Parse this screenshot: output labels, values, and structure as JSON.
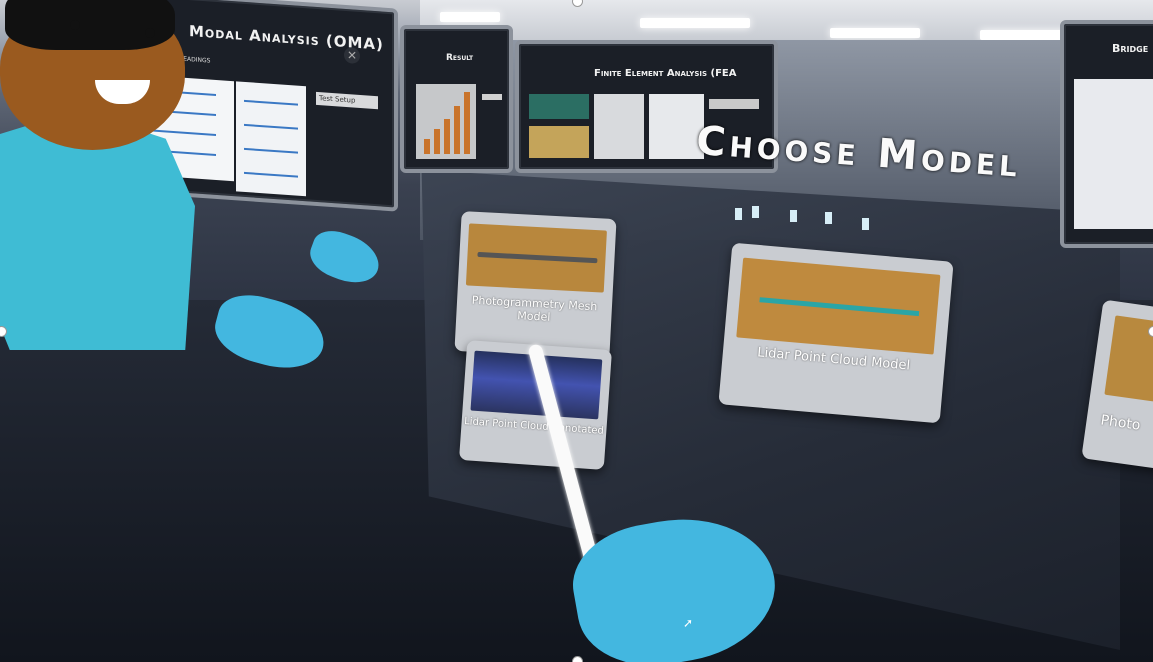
{
  "title": "Choose Model",
  "panels": {
    "oma": {
      "title": "Modal Analysis (OMA)",
      "subtitle": "up and Readings",
      "select_value": "Test Setup"
    },
    "result": {
      "title": "Result"
    },
    "fea": {
      "title": "Finite Element Analysis (FEA"
    },
    "bridge": {
      "title": "Bridge In"
    }
  },
  "models": [
    {
      "label": "Photogrammetry Mesh Model"
    },
    {
      "label": "Lidar Point Cloud Annotated"
    },
    {
      "label": "Lidar Point Cloud Model"
    },
    {
      "label": "Photo"
    }
  ],
  "icons": [
    "close-icon",
    "cursor-icon"
  ],
  "colors": {
    "accent": "#3fbcd4",
    "card": "#c9ccd1",
    "thumb_orange": "#b8873d"
  }
}
